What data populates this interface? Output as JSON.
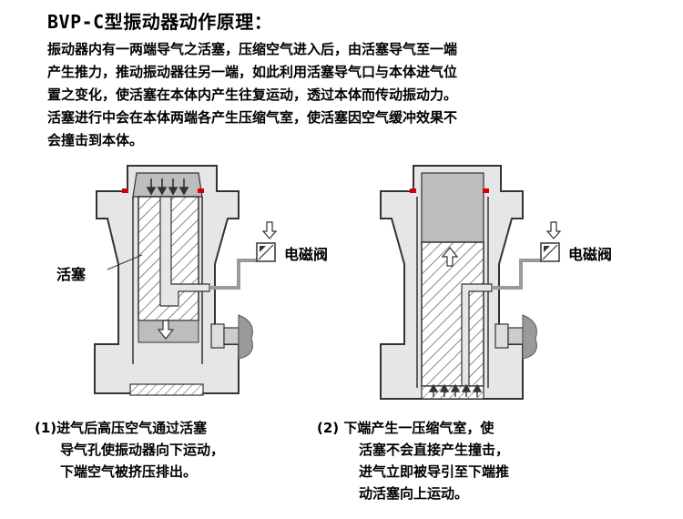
{
  "title": "BVP-C型振动器动作原理：",
  "description": [
    "振动器内有一两端导气之活塞，压缩空气进入后，由活塞导气至一端",
    "产生推力，推动振动器往另一端，如此利用活塞导气口与本体进气位",
    "置之变化，使活塞在本体内产生往复运动，透过本体而传动振动力。",
    "活塞进行中会在本体两端各产生压缩气室，使活塞因空气缓冲效果不",
    "会撞击到本体。"
  ],
  "left_diagram": {
    "piston_label": "活塞",
    "valve_label": "电磁阀"
  },
  "right_diagram": {
    "valve_label": "电磁阀"
  },
  "captions": {
    "left": [
      "(1)进气后高压空气通过活塞",
      "导气孔使振动器向下运动，",
      "下端空气被挤压排出。"
    ],
    "right": [
      "(2) 下端产生一压缩气室，使",
      "活塞不会直接产生撞击，",
      "进气立即被导引至下端推",
      "动活塞向上运动。"
    ]
  },
  "colors": {
    "body_fill": "#e6e6e6",
    "chamber_fill": "#bdbdbd",
    "outline": "#333333",
    "seal": "#d20000",
    "air_line": "#9a9a9a"
  }
}
